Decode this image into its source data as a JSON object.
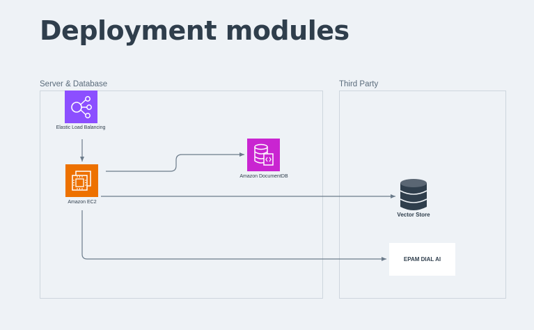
{
  "page_title": "Deployment modules",
  "groups": {
    "server_db": {
      "label": "Server & Database"
    },
    "third_party": {
      "label": "Third Party"
    }
  },
  "nodes": {
    "elb": {
      "label": "Elastic Load Balancing",
      "icon": "load-balancer-icon",
      "color": "#8c4fff"
    },
    "ec2": {
      "label": "Amazon EC2",
      "icon": "ec2-chip-icon",
      "color": "#ed7100"
    },
    "documentdb": {
      "label": "Amazon DocumentDB",
      "icon": "database-document-icon",
      "color": "#c925d1"
    },
    "vector_store": {
      "label": "Vector Store",
      "icon": "database-stack-icon",
      "color": "#2f3e4c"
    },
    "epam_dial": {
      "label": "EPAM DIAL AI"
    }
  },
  "edges": [
    {
      "from": "elb",
      "to": "ec2"
    },
    {
      "from": "ec2",
      "to": "documentdb"
    },
    {
      "from": "ec2",
      "to": "vector_store"
    },
    {
      "from": "ec2",
      "to": "epam_dial"
    }
  ]
}
